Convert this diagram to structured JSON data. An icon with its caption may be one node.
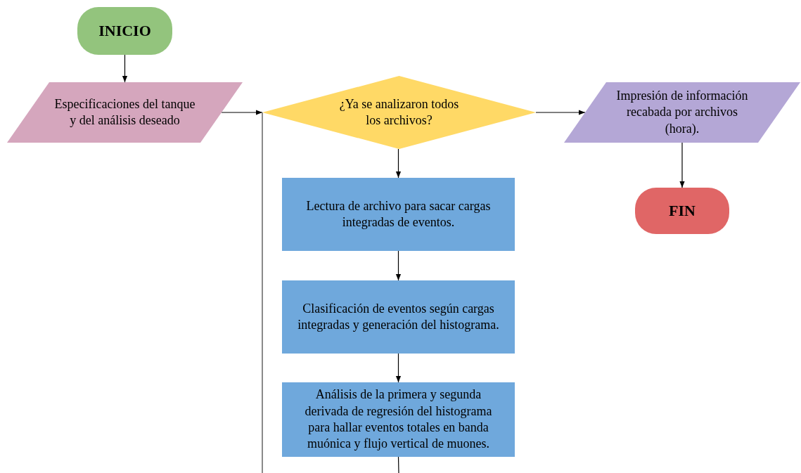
{
  "diagram": {
    "nodes": [
      {
        "text": [
          "INICIO"
        ]
      },
      {
        "text": [
          "Especificaciones del tanque y del análisis deseado"
        ]
      },
      {
        "text": [
          "¿Ya se analizaron todos los archivos?"
        ]
      },
      {
        "text": [
          "Impresión de información recabada por archivos (hora)."
        ]
      },
      {
        "text": [
          "FIN"
        ]
      },
      {
        "text": [
          "Lectura de archivo para sacar cargas integradas de eventos."
        ]
      },
      {
        "text": [
          "Clasificación de eventos según cargas integradas y generación del histograma."
        ]
      },
      {
        "text": [
          "Análisis de la primera y segunda derivada de regresión del histograma para hallar eventos totales en banda muónica y flujo vertical de muones."
        ]
      }
    ],
    "edges": [
      {
        "from": 0,
        "to": 1,
        "arrow": "to"
      },
      {
        "from": 1,
        "to": 2,
        "arrow": "to"
      },
      {
        "from": 2,
        "to": 3,
        "arrow": "to"
      },
      {
        "from": 3,
        "to": 4,
        "arrow": "to"
      },
      {
        "from": 2,
        "to": 5,
        "arrow": "to"
      },
      {
        "from": 5,
        "to": 6,
        "arrow": "to"
      },
      {
        "from": 6,
        "to": 7,
        "arrow": "to"
      },
      {
        "from": 7,
        "to": null,
        "arrow": "none"
      },
      {
        "from": null,
        "to": 2,
        "arrow": "none",
        "color": "#8a8a8a"
      }
    ]
  }
}
